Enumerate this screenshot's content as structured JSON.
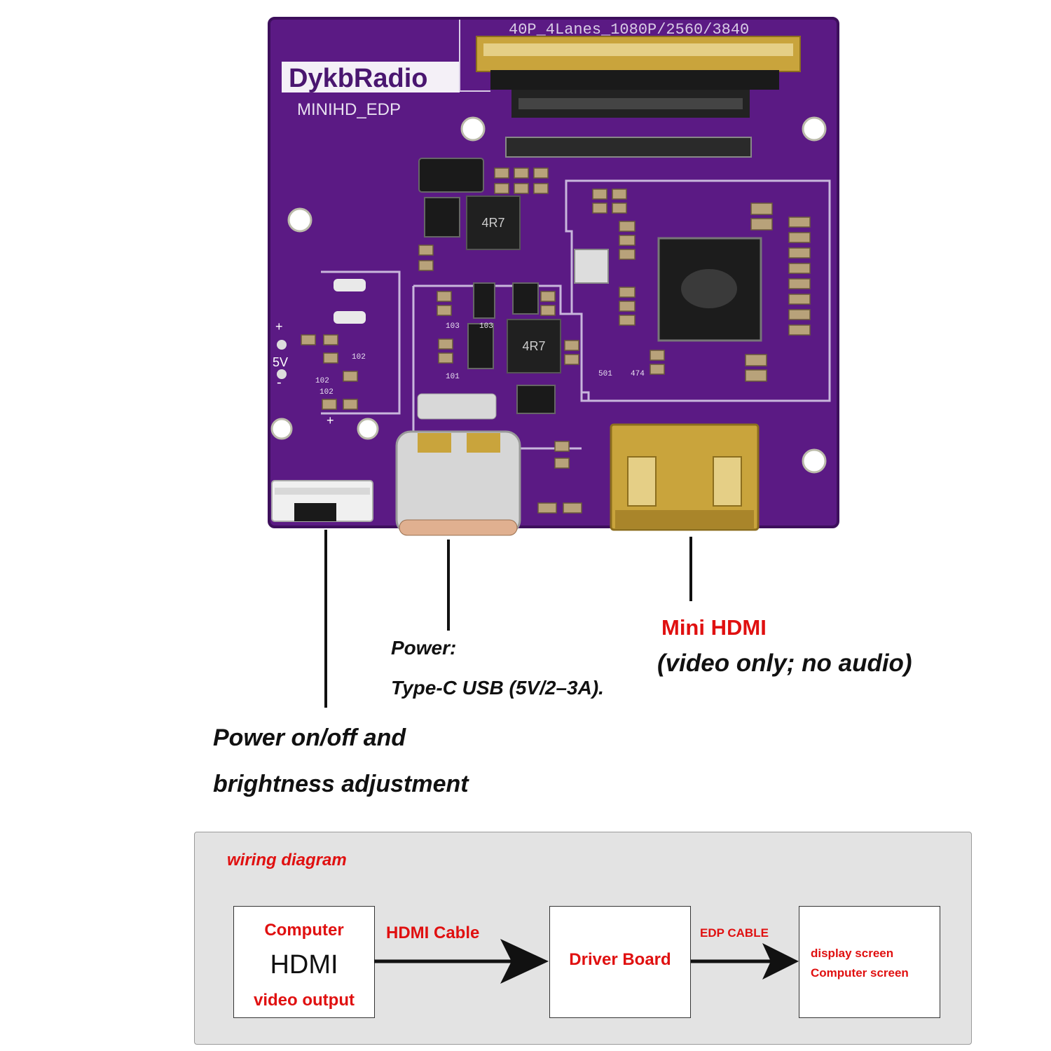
{
  "board": {
    "brand": "DykbRadio",
    "model": "MINIHD_EDP",
    "connector_label": "40P_4Lanes_1080P/2560/3840",
    "inductor_marking": "4R7",
    "smd_codes": [
      "103",
      "103",
      "101",
      "501",
      "474",
      "102",
      "102",
      "102"
    ],
    "silk_5v": "5V",
    "silk_plus": "+",
    "silk_minus": "-",
    "pcb_color": "#5b1a84",
    "trace_color": "#c8b6dc"
  },
  "callouts": {
    "switch_line1": "Power on/off and",
    "switch_line2": "brightness adjustment",
    "power_line1": "Power:",
    "power_line2": "Type-C USB (5V/2–3A).",
    "hdmi_title": "Mini HDMI",
    "hdmi_note": "(video only; no audio)"
  },
  "wiring": {
    "title": "wiring diagram",
    "source_top": "Computer",
    "source_mid": "HDMI",
    "source_bottom": "video output",
    "cable1": "HDMI Cable",
    "board_label": "Driver Board",
    "cable2": "EDP CABLE",
    "dest_line1": "display screen",
    "dest_line2": "Computer screen"
  },
  "colors": {
    "label_red": "#e01010",
    "pcb_purple": "#5b1a84",
    "gold": "#c9a43c",
    "panel_bg": "#e3e3e3"
  }
}
